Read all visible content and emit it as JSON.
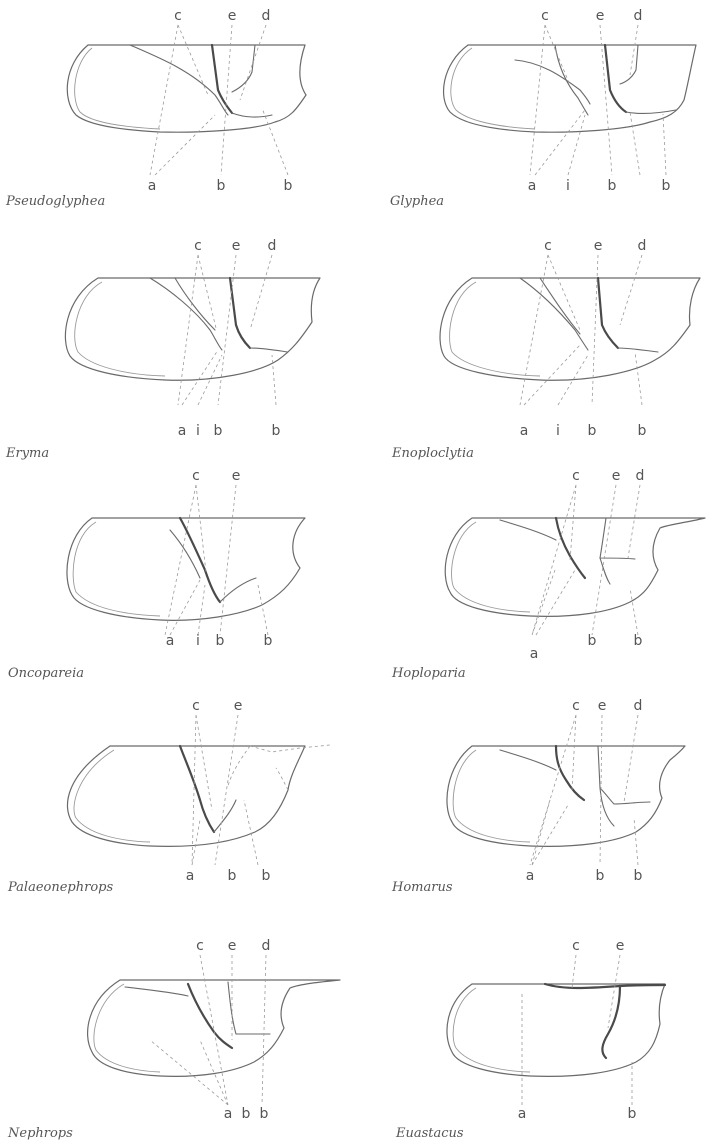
{
  "panels": [
    {
      "caption": "Pseudoglyphea",
      "top_labels": [
        "c",
        "e",
        "d"
      ],
      "bottom_labels": [
        "a",
        "b",
        "b"
      ]
    },
    {
      "caption": "Glyphea",
      "top_labels": [
        "c",
        "e",
        "d"
      ],
      "bottom_labels": [
        "a",
        "i",
        "b",
        "b"
      ]
    },
    {
      "caption": "Eryma",
      "top_labels": [
        "c",
        "e",
        "d"
      ],
      "bottom_labels": [
        "a",
        "i",
        "b",
        "b"
      ]
    },
    {
      "caption": "Enoploclytia",
      "top_labels": [
        "c",
        "e",
        "d"
      ],
      "bottom_labels": [
        "a",
        "i",
        "b",
        "b"
      ]
    },
    {
      "caption": "Oncopareia",
      "top_labels": [
        "c",
        "e"
      ],
      "bottom_labels": [
        "a",
        "i",
        "b",
        "b"
      ]
    },
    {
      "caption": "Hoploparia",
      "top_labels": [
        "c",
        "e",
        "d"
      ],
      "bottom_labels": [
        "a",
        "b",
        "b"
      ]
    },
    {
      "caption": "Palaeonephrops",
      "top_labels": [
        "c",
        "e"
      ],
      "bottom_labels": [
        "a",
        "b",
        "b"
      ]
    },
    {
      "caption": "Homarus",
      "top_labels": [
        "c",
        "e",
        "d"
      ],
      "bottom_labels": [
        "a",
        "b",
        "b"
      ]
    },
    {
      "caption": "Nephrops",
      "top_labels": [
        "c",
        "e",
        "d"
      ],
      "bottom_labels": [
        "a",
        "b",
        "b"
      ]
    },
    {
      "caption": "Euastacus",
      "top_labels": [
        "c",
        "e"
      ],
      "bottom_labels": [
        "a",
        "b"
      ]
    }
  ]
}
